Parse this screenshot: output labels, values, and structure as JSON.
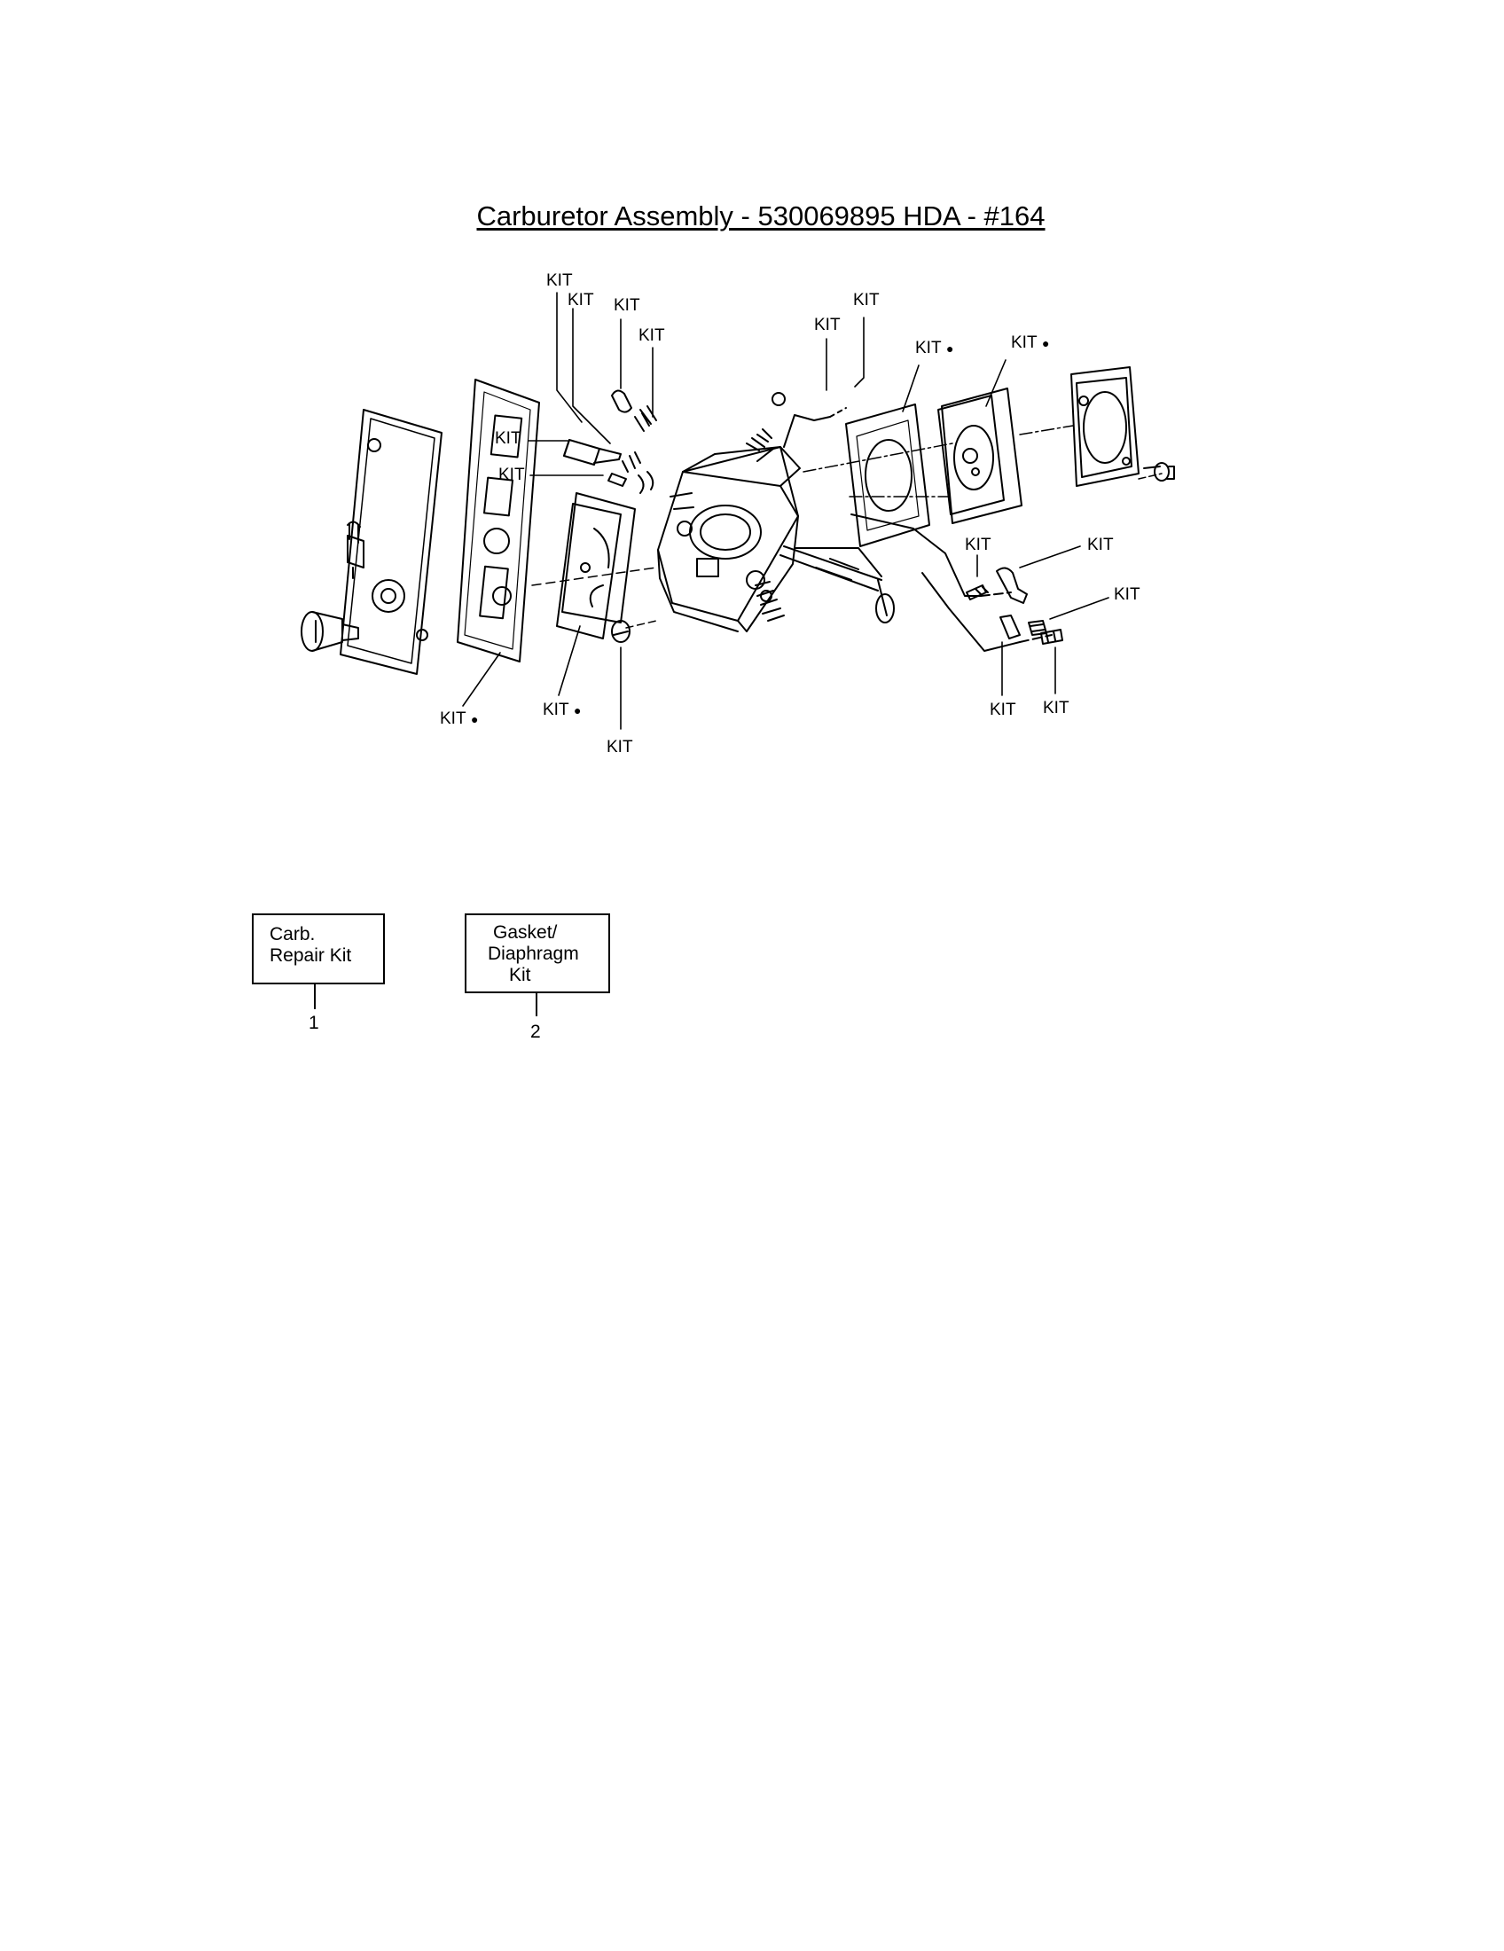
{
  "title": "Carburetor Assembly - 530069895 HDA - #164",
  "callout_text": "KIT",
  "bullet": "●",
  "legend": [
    {
      "lines": [
        "Carb.",
        "Repair Kit"
      ],
      "number": "1"
    },
    {
      "lines": [
        "Gasket/",
        "Diaphragm",
        "Kit"
      ],
      "number": "2"
    }
  ],
  "colors": {
    "ink": "#000000",
    "paper": "#ffffff"
  }
}
